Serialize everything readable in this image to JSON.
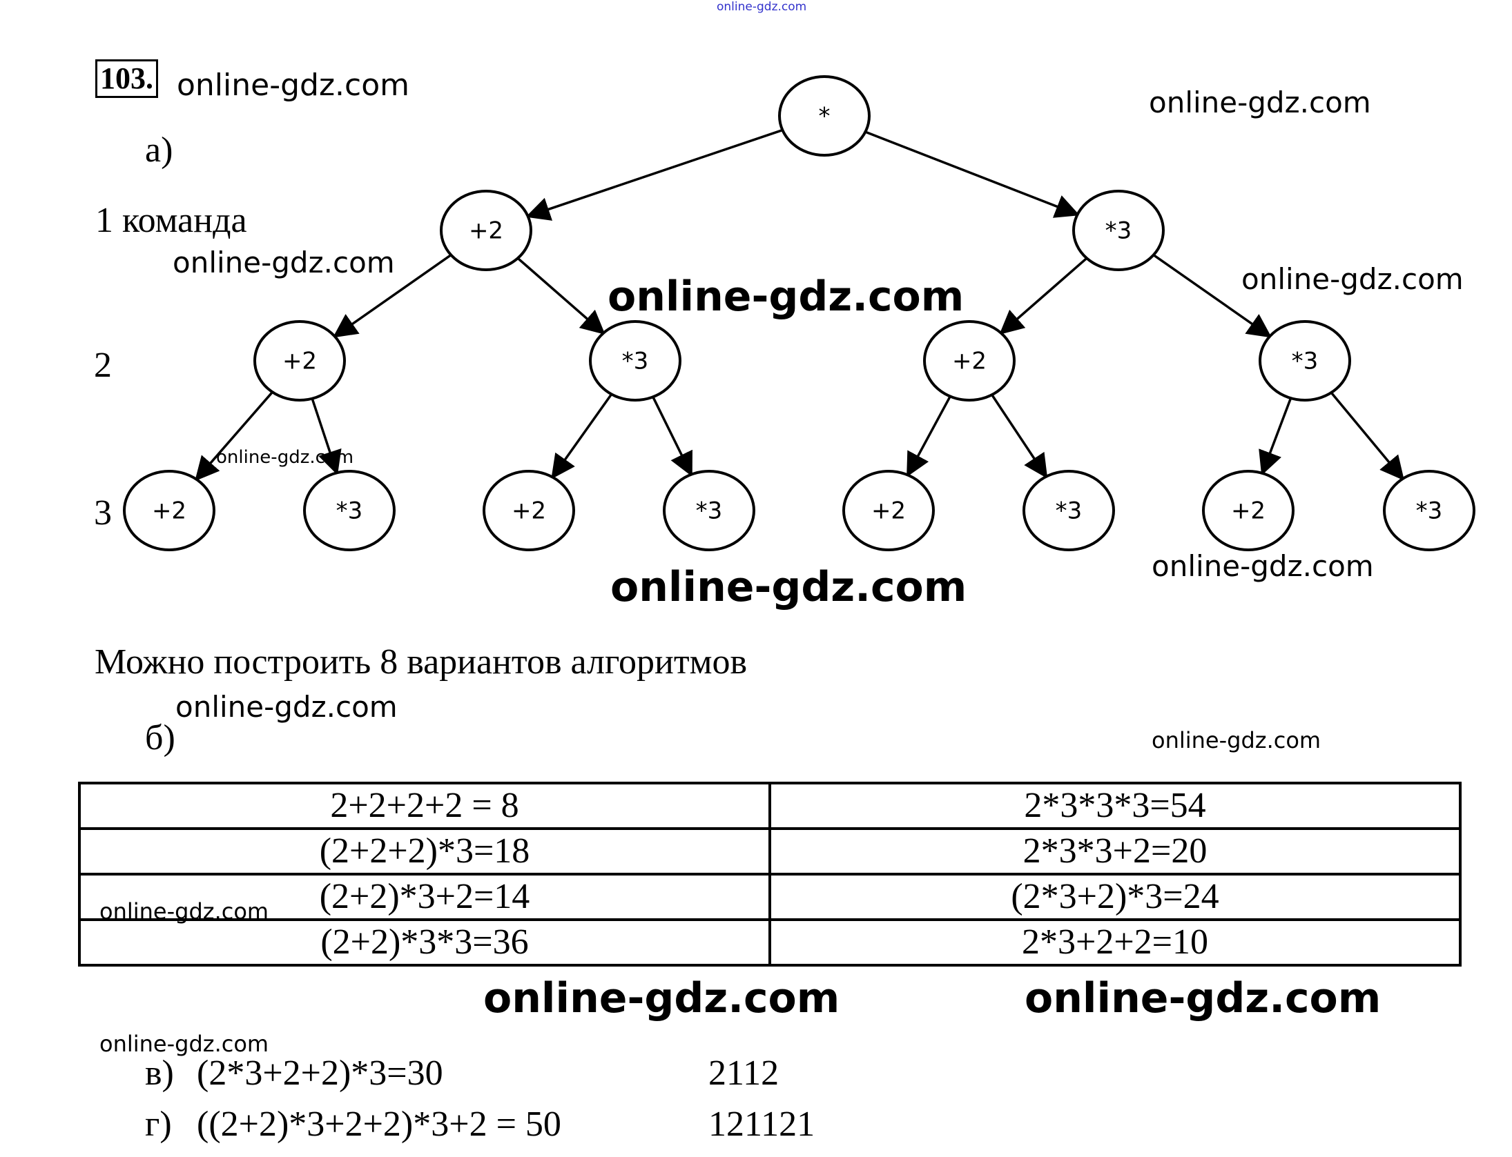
{
  "header": {
    "top_watermark": "online-gdz.com",
    "task_number": "103."
  },
  "part_a": {
    "label": "а)",
    "level_labels": [
      "1 команда",
      "2",
      "3"
    ],
    "tree": {
      "root": "*",
      "level1": [
        "+2",
        "*3"
      ],
      "level2": [
        "+2",
        "*3",
        "+2",
        "*3"
      ],
      "level3": [
        "+2",
        "*3",
        "+2",
        "*3",
        "+2",
        "*3",
        "+2",
        "*3"
      ]
    },
    "conclusion": "Можно построить 8 вариантов алгоритмов"
  },
  "part_b": {
    "label": "б)",
    "table": [
      [
        "2+2+2+2 = 8",
        "2*3*3*3=54"
      ],
      [
        "(2+2+2)*3=18",
        "2*3*3+2=20"
      ],
      [
        "(2+2)*3+2=14",
        "(2*3+2)*3=24"
      ],
      [
        "(2+2)*3*3=36",
        "2*3+2+2=10"
      ]
    ]
  },
  "part_v": {
    "label": "в)",
    "expression": "(2*3+2+2)*3=30",
    "program": "2112"
  },
  "part_g": {
    "label": "г)",
    "expression": "((2+2)*3+2+2)*3+2 = 50",
    "program": "121121"
  },
  "watermark_text": "online-gdz.com",
  "colors": {
    "top_watermark": "#3333cc",
    "ink": "#000000"
  }
}
